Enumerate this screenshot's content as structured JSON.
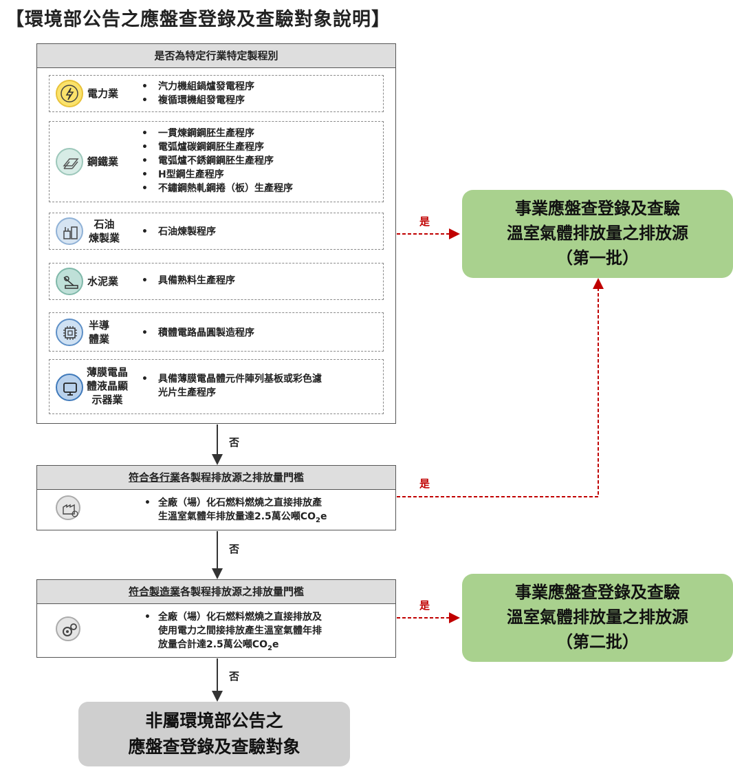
{
  "title": "【環境部公告之應盤查登錄及查驗對象說明】",
  "box1": {
    "header": "是否為特定行業特定製程別",
    "industries": [
      {
        "name": "電力業",
        "icon": "lightning-icon",
        "items": [
          "汽力機組鍋爐發電程序",
          "複循環機組發電程序"
        ]
      },
      {
        "name": "鋼鐵業",
        "icon": "steel-icon",
        "items": [
          "一貫煉鋼鋼胚生產程序",
          "電弧爐碳鋼鋼胚生產程序",
          "電弧爐不銹鋼鋼胚生產程序",
          "H型鋼生產程序",
          "不鏽鋼熱軋鋼捲（板）生產程序"
        ]
      },
      {
        "name": "石油煉製業",
        "name_lines": [
          "石油",
          "煉製業"
        ],
        "icon": "refinery-icon",
        "items": [
          "石油煉製程序"
        ]
      },
      {
        "name": "水泥業",
        "icon": "cement-icon",
        "items": [
          "具備熟料生產程序"
        ]
      },
      {
        "name": "半導體業",
        "name_lines": [
          "半導",
          "體業"
        ],
        "icon": "chip-icon",
        "items": [
          "積體電路晶圓製造程序"
        ]
      },
      {
        "name": "薄膜電晶體液晶顯示器業",
        "name_lines": [
          "薄膜電晶",
          "體液晶顯",
          "示器業"
        ],
        "icon": "monitor-icon",
        "items_lines": [
          "具備薄膜電晶體元件陣列基板或彩色濾",
          "光片生產程序"
        ]
      }
    ]
  },
  "box2": {
    "header_underlined": "符合各行業",
    "header_rest": "各製程排放源之排放量門檻",
    "icon": "factory-icon",
    "lines": [
      "全廠（場）化石燃料燃燒之直接排放產",
      "生溫室氣體年排放量達2.5萬公噸CO",
      "2",
      "e"
    ]
  },
  "box3": {
    "header_underlined": "符合製造業",
    "header_rest": "各製程排放源之排放量門檻",
    "icon": "gears-icon",
    "lines": [
      "全廠（場）化石燃料燃燒之直接排放及",
      "使用電力之間接排放產生溫室氣體年排",
      "放量合計達2.5萬公噸CO",
      "2",
      "e"
    ]
  },
  "labels": {
    "no": "否",
    "yes": "是"
  },
  "result1": [
    "事業應盤查登錄及查驗",
    "溫室氣體排放量之排放源",
    "（第一批）"
  ],
  "result2": [
    "事業應盤查登錄及查驗",
    "溫室氣體排放量之排放源",
    "（第二批）"
  ],
  "final": [
    "非屬環境部公告之",
    "應盤查登錄及查驗對象"
  ],
  "colors": {
    "result": "#a9d18e",
    "final": "#cfcfcf",
    "header": "#dedede",
    "yes_arrow": "#c00000"
  }
}
